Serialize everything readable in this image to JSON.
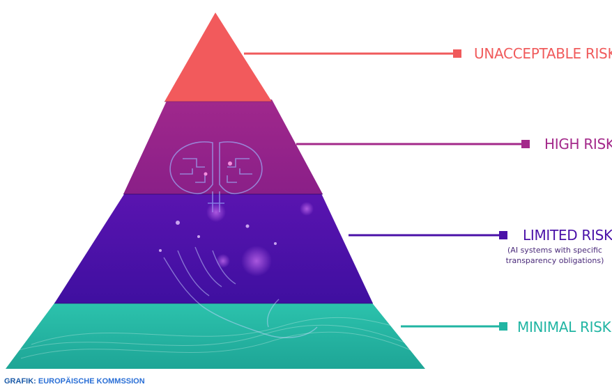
{
  "levels": [
    {
      "label": "UNACCEPTABLE RISK",
      "color": "#f05a5b"
    },
    {
      "label": "HIGH RISK",
      "color": "#a3288a"
    },
    {
      "label": "LIMITED RISK",
      "color": "#4a11a8",
      "subtitle": [
        "(AI systems with specific",
        "transparency obligations)"
      ]
    },
    {
      "label": "MINIMAL RISK",
      "color": "#21b5a3"
    }
  ],
  "credit": {
    "prefix": "GRAFIK:",
    "source": "EUROPÄISCHE KOMMSSION",
    "prefix_color": "#1a5aa8",
    "source_color": "#2a6fd6"
  }
}
